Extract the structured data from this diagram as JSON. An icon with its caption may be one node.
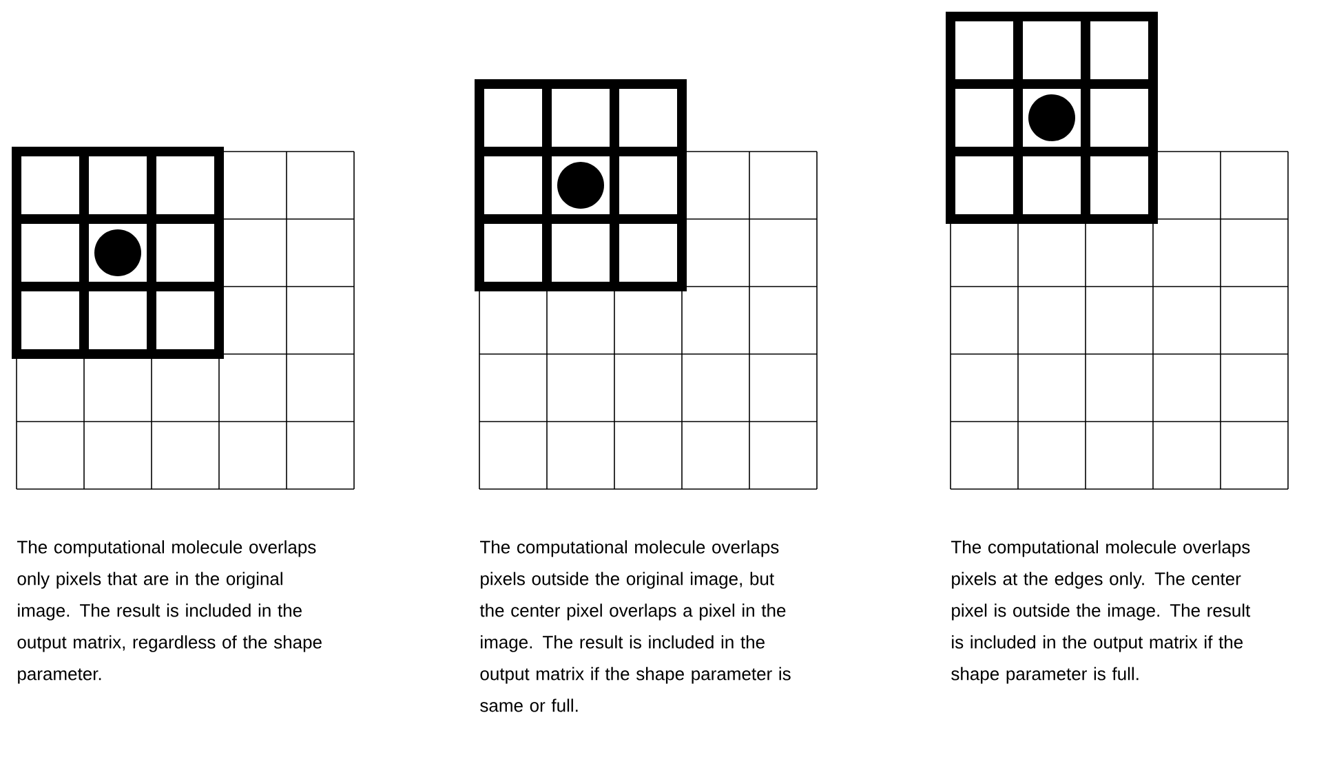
{
  "diagram": {
    "labels": [
      "The computational molecule overlaps only pixels that are in the original image. The result is included in the output matrix, regardless of the shape parameter.",
      "The computational molecule overlaps pixels outside the original image, but the center pixel overlaps a pixel in the image. The result is included in the output matrix if the shape parameter is same or full.",
      "The computational molecule overlaps pixels at the edges only. The center pixel is outside the image. The result is included in the output matrix if the shape parameter is full."
    ]
  }
}
